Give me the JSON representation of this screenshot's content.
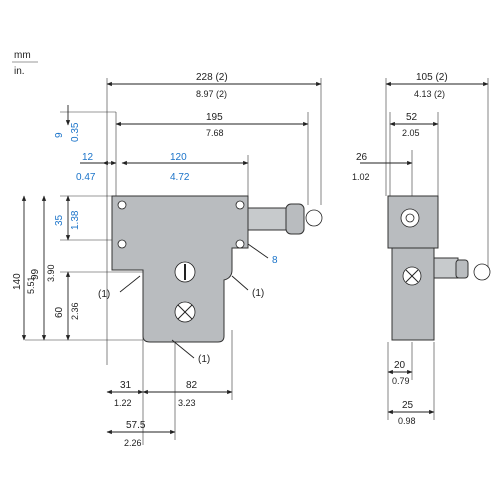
{
  "units": {
    "mm": "mm",
    "in": "in."
  },
  "front": {
    "top_dims": {
      "d228": "228 (2)",
      "d228_in": "8.97 (2)",
      "d195": "195",
      "d195_in": "7.68"
    },
    "mid_dims": {
      "d12": "12",
      "d12_in": "0.47",
      "d120": "120",
      "d120_in": "4.72"
    },
    "left_dims": {
      "d9": "9",
      "d9_in": "0.35",
      "d35": "35",
      "d35_in": "1.38",
      "d60": "60",
      "d60_in": "2.36",
      "d99": "99",
      "d99_in": "3.90",
      "d140": "140",
      "d140_in": "5.51"
    },
    "bottom_dims": {
      "d31": "31",
      "d31_in": "1.22",
      "d82": "82",
      "d82_in": "3.23",
      "d57_5": "57.5",
      "d57_5_in": "2.26"
    },
    "callouts": {
      "c1a": "(1)",
      "c1b": "(1)",
      "c1c": "(1)",
      "c8": "8"
    }
  },
  "side": {
    "top_dims": {
      "d105": "105 (2)",
      "d105_in": "4.13 (2)",
      "d52": "52",
      "d52_in": "2.05",
      "d26": "26",
      "d26_in": "1.02"
    },
    "bottom_dims": {
      "d20": "20",
      "d20_in": "0.79",
      "d25": "25",
      "d25_in": "0.98"
    }
  },
  "colors": {
    "body": "#b9bcbf",
    "accent": "#1a73c9"
  }
}
